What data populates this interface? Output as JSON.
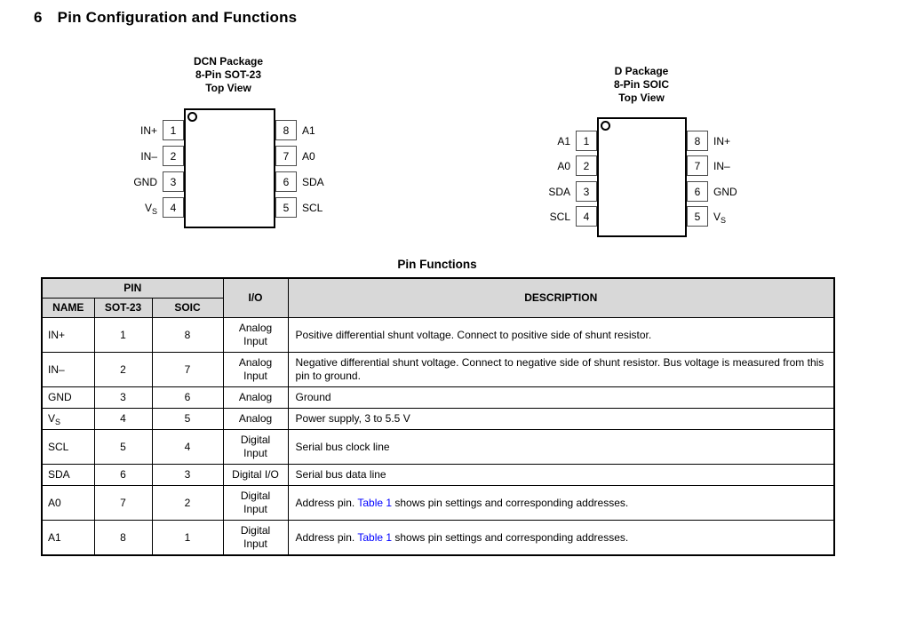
{
  "page": {
    "section_number": "6",
    "title": "Pin Configuration and Functions"
  },
  "colors": {
    "table_header_bg": "#d8d8d8",
    "link": "#0000ff"
  },
  "packages": {
    "left": {
      "title_lines": [
        "DCN Package",
        "8-Pin SOT-23",
        "Top View"
      ],
      "left_pins": [
        {
          "name": "IN+",
          "num": "1"
        },
        {
          "name": "IN–",
          "num": "2"
        },
        {
          "name": "GND",
          "num": "3"
        },
        {
          "name": "V",
          "name_sub": "S",
          "num": "4"
        }
      ],
      "right_pins": [
        {
          "num": "8",
          "name": "A1"
        },
        {
          "num": "7",
          "name": "A0"
        },
        {
          "num": "6",
          "name": "SDA"
        },
        {
          "num": "5",
          "name": "SCL"
        }
      ]
    },
    "right": {
      "title_lines": [
        "D Package",
        "8-Pin SOIC",
        "Top View"
      ],
      "left_pins": [
        {
          "name": "A1",
          "num": "1"
        },
        {
          "name": "A0",
          "num": "2"
        },
        {
          "name": "SDA",
          "num": "3"
        },
        {
          "name": "SCL",
          "num": "4"
        }
      ],
      "right_pins": [
        {
          "num": "8",
          "name": "IN+"
        },
        {
          "num": "7",
          "name": "IN–"
        },
        {
          "num": "6",
          "name": "GND"
        },
        {
          "num": "5",
          "name": "V",
          "name_sub": "S"
        }
      ]
    }
  },
  "pin_table": {
    "title": "Pin Functions",
    "headers": {
      "pin_group": "PIN",
      "name": "NAME",
      "sot23": "SOT-23",
      "soic": "SOIC",
      "io": "I/O",
      "description": "DESCRIPTION"
    },
    "rows": [
      {
        "name": "IN+",
        "sot23": "1",
        "soic": "8",
        "io": "Analog Input",
        "desc": "Positive differential shunt voltage. Connect to positive side of shunt resistor."
      },
      {
        "name": "IN–",
        "sot23": "2",
        "soic": "7",
        "io": "Analog Input",
        "desc": "Negative differential shunt voltage. Connect to negative side of shunt resistor. Bus voltage is measured from this pin to ground."
      },
      {
        "name": "GND",
        "sot23": "3",
        "soic": "6",
        "io": "Analog",
        "desc": "Ground"
      },
      {
        "name": "V",
        "name_sub": "S",
        "sot23": "4",
        "soic": "5",
        "io": "Analog",
        "desc": "Power supply, 3 to 5.5 V"
      },
      {
        "name": "SCL",
        "sot23": "5",
        "soic": "4",
        "io": "Digital Input",
        "desc": "Serial bus clock line"
      },
      {
        "name": "SDA",
        "sot23": "6",
        "soic": "3",
        "io": "Digital I/O",
        "desc": "Serial bus data line"
      },
      {
        "name": "A0",
        "sot23": "7",
        "soic": "2",
        "io": "Digital Input",
        "desc_pre": "Address pin. ",
        "link_text": "Table 1",
        "desc_post": " shows pin settings and corresponding addresses."
      },
      {
        "name": "A1",
        "sot23": "8",
        "soic": "1",
        "io": "Digital Input",
        "desc_pre": "Address pin. ",
        "link_text": "Table 1",
        "desc_post": " shows pin settings and corresponding addresses."
      }
    ]
  }
}
